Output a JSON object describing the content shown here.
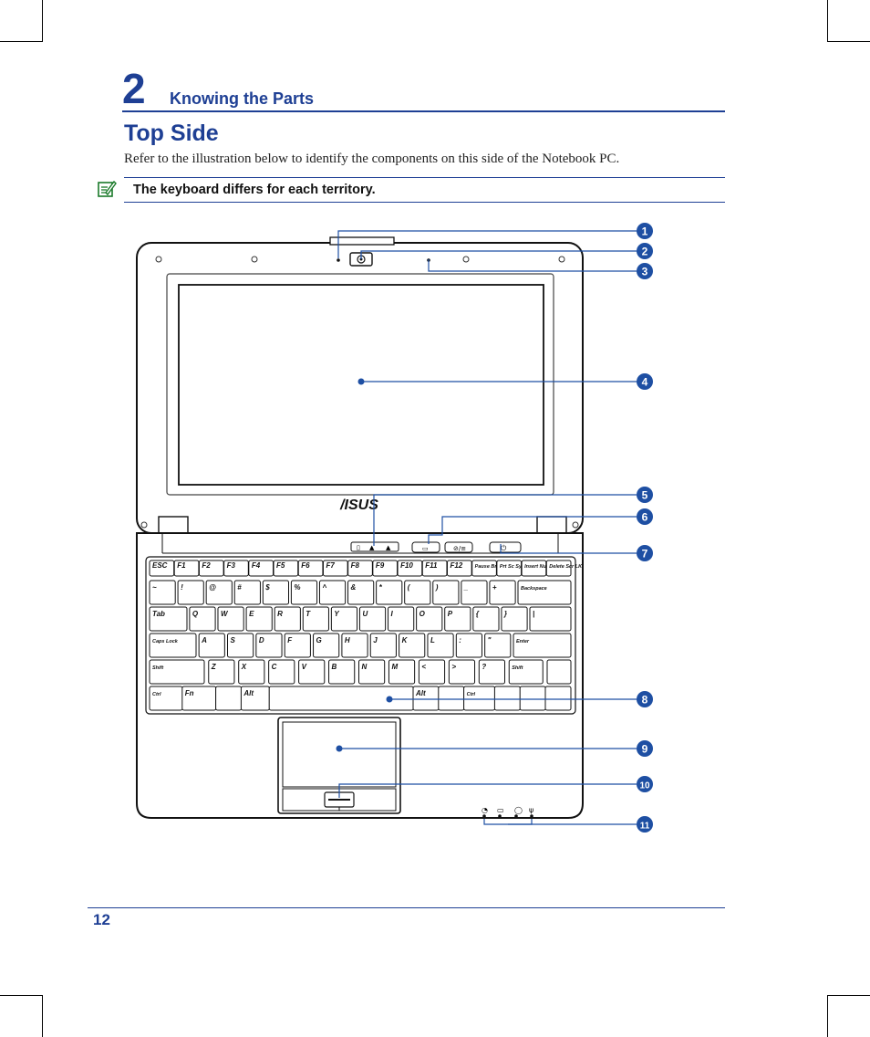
{
  "chapter": {
    "number": "2",
    "title": "Knowing the Parts"
  },
  "section": {
    "title": "Top Side",
    "intro": "Refer to the illustration below to identify the components on this side of the Notebook PC."
  },
  "note": {
    "icon": "note-pencil-icon",
    "text": "The keyboard differs for each territory."
  },
  "figure": {
    "brand": "/ISUS",
    "callouts": [
      "1",
      "2",
      "3",
      "4",
      "5",
      "6",
      "7",
      "8",
      "9",
      "10",
      "11"
    ],
    "keyboard_rows": [
      [
        "ESC",
        "F1",
        "F2",
        "F3",
        "F4",
        "F5",
        "F6",
        "F7",
        "F8",
        "F9",
        "F10",
        "F11",
        "F12",
        "Pause Break",
        "Prt Sc SysRq",
        "Insert Num LK",
        "Delete Scr LK"
      ],
      [
        "~",
        "!",
        "@",
        "#",
        "$",
        "%",
        "^",
        "&",
        "*",
        "(",
        ")",
        "_",
        "+",
        "Backspace"
      ],
      [
        "Tab",
        "Q",
        "W",
        "E",
        "R",
        "T",
        "Y",
        "U",
        "I",
        "O",
        "P",
        "{",
        "}",
        "|"
      ],
      [
        "Caps Lock",
        "A",
        "S",
        "D",
        "F",
        "G",
        "H",
        "J",
        "K",
        "L",
        ":",
        "\"",
        "Enter"
      ],
      [
        "Shift",
        "Z",
        "X",
        "C",
        "V",
        "B",
        "N",
        "M",
        "<",
        ">",
        "?",
        "Shift",
        ""
      ],
      [
        "Ctrl",
        "Fn",
        "",
        "Alt",
        "",
        "Alt",
        "",
        "Ctrl",
        "",
        "",
        ""
      ]
    ]
  },
  "footer": {
    "page_number": "12"
  },
  "colors": {
    "accent": "#1e3f94",
    "callout": "#1e4fa3"
  }
}
